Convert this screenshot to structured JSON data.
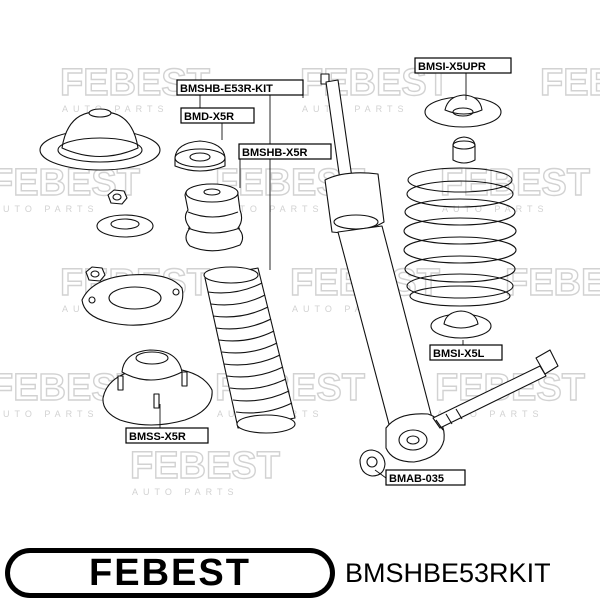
{
  "watermark": {
    "brand": "FEBEST",
    "sub": "AUTO PARTS"
  },
  "labels": {
    "kit": "BMSHB-E53R-KIT",
    "bmd": "BMD-X5R",
    "bmshb": "BMSHB-X5R",
    "bmsi_upr": "BMSI-X5UPR",
    "bmsi_l": "BMSI-X5L",
    "bmss": "BMSS-X5R",
    "bmab": "BMAB-035"
  },
  "footer": {
    "logo": "FEBEST",
    "part_number": "BMSHBE53RKIT"
  }
}
